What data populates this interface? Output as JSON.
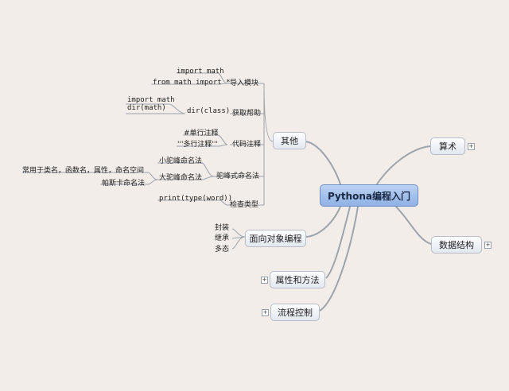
{
  "root": "Pythona编程入门",
  "branches": {
    "other": "其他",
    "algorithm": "算术",
    "datastruct": "数据结构",
    "oop": "面向对象编程",
    "attrs": "属性和方法",
    "flow": "流程控制"
  },
  "other_children": {
    "import": "导入模块",
    "help": "获取帮助",
    "comment": "代码注释",
    "camel": "驼峰式命名法",
    "typecheck": "检查类型"
  },
  "leaves": {
    "import_math": "import math",
    "from_math": "from math import *",
    "dir_class": "dir(class)",
    "help_import_math": "import math",
    "help_dir_math": "dir(math)",
    "single_comment": "#单行注释",
    "multi_comment": "'''多行注释'''",
    "small_camel": "小驼峰命名法",
    "big_camel": "大驼峰命名法",
    "common_names": "常用于类名，函数名，属性，命名空间",
    "pascal": "帕斯卡命名法",
    "print_type": "print(type(word))"
  },
  "oop_children": {
    "encapsulation": "封装",
    "inheritance": "继承",
    "polymorphism": "多态"
  },
  "expander_symbol": "+"
}
